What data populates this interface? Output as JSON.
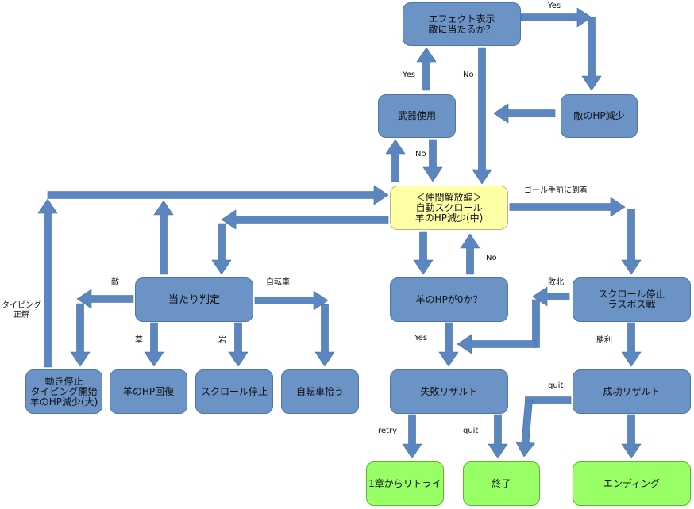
{
  "nodes": {
    "effect": "エフェクト表示\n敵に当たるか？",
    "weapon": "武器使用",
    "enemy_hp": "敵のHP減少",
    "auto_scroll": "＜仲間解放編＞\n自動スクロール\n羊のHP減少(中)",
    "collision": "当たり判定",
    "sheep_hp_zero": "羊のHPが0か？",
    "scroll_stop_boss": "スクロール停止\nラスボス戦",
    "typing": "動き停止\nタイピング開始\n羊のHP減少(大)",
    "sheep_heal": "羊のHP回復",
    "scroll_stop": "スクロール停止",
    "bike_pickup": "自転車拾う",
    "fail_result": "失敗リザルト",
    "success_result": "成功リザルト",
    "retry": "1章からリトライ",
    "end": "終了",
    "ending": "エンディング"
  },
  "labels": {
    "yes_top": "Yes",
    "yes_up": "Yes",
    "no_down": "No",
    "no_weapon": "No",
    "goal": "ゴール手前に到着",
    "no_return": "No",
    "enemy": "敵",
    "bike": "自転車",
    "grass": "草",
    "rock": "岩",
    "typing_ok": "タイピング\n正解",
    "defeat": "敗北",
    "victory": "勝利",
    "yes_fail": "Yes",
    "retry": "retry",
    "quit_fail": "quit",
    "quit_success": "quit"
  },
  "colors": {
    "process": "#6b93c6",
    "start": "#ffffa6",
    "terminal": "#99ff66",
    "arrow": "#5b86c0"
  }
}
